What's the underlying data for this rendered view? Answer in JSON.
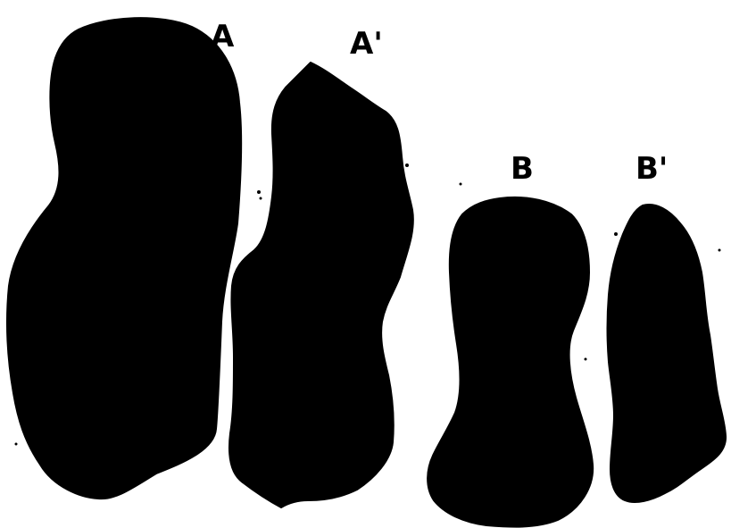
{
  "figure": {
    "background_color": "#ffffff",
    "ink_color": "#000000",
    "specimens": [
      {
        "id": "A",
        "label": "A"
      },
      {
        "id": "A-prime",
        "label": "A'"
      },
      {
        "id": "B",
        "label": "B"
      },
      {
        "id": "B-prime",
        "label": "B'"
      }
    ]
  }
}
